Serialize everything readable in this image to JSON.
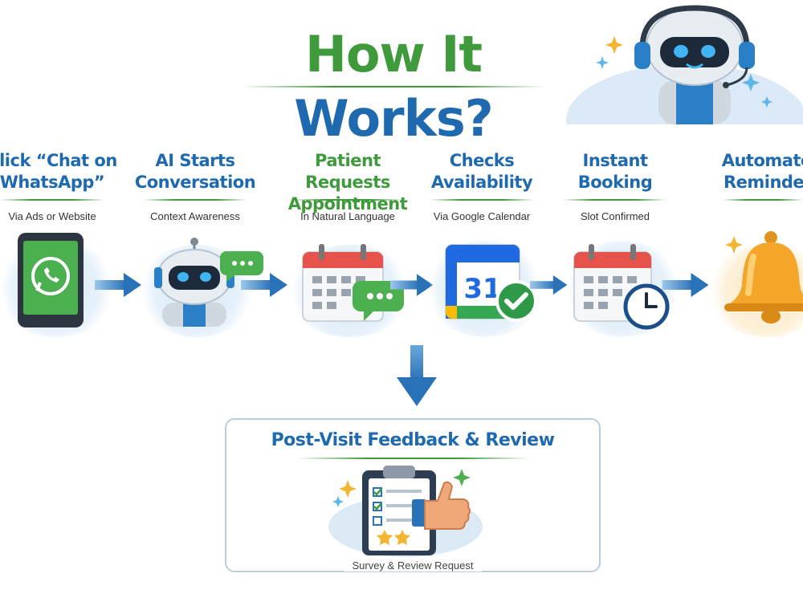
{
  "header": {
    "title_part1": "How It",
    "title_part2": "Works?"
  },
  "steps": [
    {
      "title_line1": "Click “Chat on",
      "title_line2": "WhatsApp”",
      "subtitle": "Via Ads or Website",
      "title_color": "#1f6aae",
      "icon": "whatsapp-phone-icon"
    },
    {
      "title_line1": "AI Starts",
      "title_line2": "Conversation",
      "subtitle": "Context Awareness",
      "title_color": "#1f6aae",
      "icon": "robot-chat-icon"
    },
    {
      "title_line1": "Patient Requests",
      "title_line2": "Appointment",
      "subtitle": "In Natural Language",
      "title_color": "#3f9a3c",
      "icon": "calendar-chat-icon"
    },
    {
      "title_line1": "Checks",
      "title_line2": "Availability",
      "subtitle": "Via Google Calendar",
      "title_color": "#1f6aae",
      "icon": "google-calendar-check-icon"
    },
    {
      "title_line1": "Instant",
      "title_line2": "Booking",
      "subtitle": "Slot Confirmed",
      "title_color": "#1f6aae",
      "icon": "calendar-clock-icon"
    },
    {
      "title_line1": "Automated",
      "title_line2": "Reminders",
      "subtitle": "",
      "title_color": "#1f6aae",
      "icon": "bell-icon"
    }
  ],
  "calendar_day": "31",
  "feedback": {
    "title": "Post-Visit Feedback & Review",
    "subtitle": "Survey & Review Request",
    "icon": "clipboard-thumbs-up-icon"
  },
  "colors": {
    "green": "#3f9a3c",
    "blue": "#1f6aae",
    "whatsapp_green": "#4caf50",
    "calendar_red": "#e5534b",
    "bell_orange": "#f4a62a"
  }
}
